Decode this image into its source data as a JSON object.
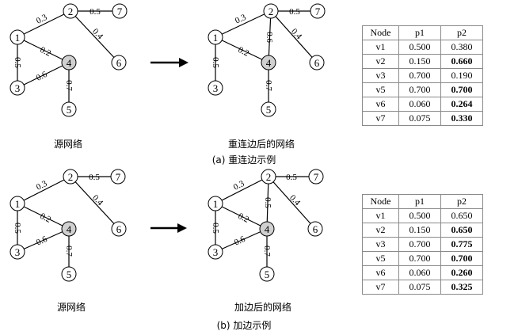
{
  "nodes": [
    "1",
    "2",
    "3",
    "4",
    "5",
    "7",
    "6"
  ],
  "weights": {
    "e12": "0.3",
    "e27": "0.5",
    "e26": "0.4",
    "e14": "0.2",
    "e13": "0.5",
    "e34": "0.6",
    "e45": "0.7",
    "e24": "0.6",
    "e24b": "0.5"
  },
  "captions": {
    "src_a": "源网络",
    "res_a": "重连边后的网络",
    "sub_a": "(a) 重连边示例",
    "src_b": "源网络",
    "res_b": "加边后的网络",
    "sub_b": "(b) 加边示例"
  },
  "table_a": {
    "header": [
      "Node",
      "p1",
      "p2"
    ],
    "rows": [
      [
        "v1",
        "0.500",
        "0.380"
      ],
      [
        "v2",
        "0.150",
        "0.660"
      ],
      [
        "v3",
        "0.700",
        "0.190"
      ],
      [
        "v5",
        "0.700",
        "0.700"
      ],
      [
        "v6",
        "0.060",
        "0.264"
      ],
      [
        "v7",
        "0.075",
        "0.330"
      ]
    ],
    "bold_p2": [
      false,
      true,
      false,
      true,
      true,
      true
    ]
  },
  "table_b": {
    "header": [
      "Node",
      "p1",
      "p2"
    ],
    "rows": [
      [
        "v1",
        "0.500",
        "0.650"
      ],
      [
        "v2",
        "0.150",
        "0.650"
      ],
      [
        "v3",
        "0.700",
        "0.775"
      ],
      [
        "v5",
        "0.700",
        "0.700"
      ],
      [
        "v6",
        "0.060",
        "0.260"
      ],
      [
        "v7",
        "0.075",
        "0.325"
      ]
    ],
    "bold_p2": [
      false,
      true,
      true,
      true,
      true,
      true
    ]
  },
  "colors": {
    "highlight_node": "#d0d0d0",
    "border": "#8a8a8a"
  }
}
